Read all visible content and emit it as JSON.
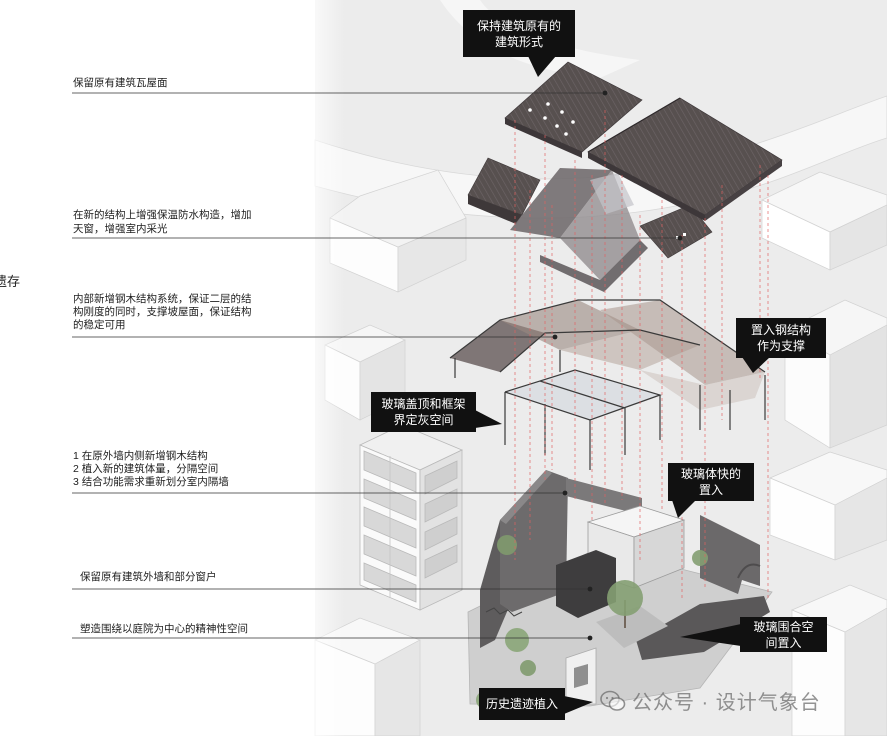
{
  "side_label": "遗存",
  "annotations": [
    {
      "id": "roof-tiles",
      "lines": [
        "保留原有建筑瓦屋面"
      ]
    },
    {
      "id": "insulation",
      "lines": [
        "在新的结构上增强保温防水构造，增加",
        "天窗，增强室内采光"
      ]
    },
    {
      "id": "steel-timber",
      "lines": [
        "内部新增钢木结构系统，保证二层的结",
        "构刚度的同时，支撑坡屋面，保证结构",
        "的稳定可用"
      ]
    },
    {
      "id": "interventions",
      "lines": [
        "1 在原外墙内侧新增钢木结构",
        "2 植入新的建筑体量，分隔空间",
        "3 结合功能需求重新划分室内隔墙"
      ]
    },
    {
      "id": "outer-walls",
      "lines": [
        "保留原有建筑外墙和部分窗户"
      ]
    },
    {
      "id": "courtyard",
      "lines": [
        "塑造围绕以庭院为中心的精神性空间"
      ]
    }
  ],
  "callouts": {
    "keep_form": [
      "保持建筑原有的",
      "建筑形式"
    ],
    "steel": [
      "置入钢结构",
      "作为支撑"
    ],
    "glass_roof": [
      "玻璃盖顶和框架",
      "界定灰空间"
    ],
    "glass_volume": [
      "玻璃体快的",
      "置入"
    ],
    "glass_enclosure": [
      "玻璃围合空",
      "间置入"
    ],
    "heritage": [
      "历史遗迹植入"
    ]
  },
  "watermark": "公众号 · 设计气象台",
  "icons": {
    "watermark": "wechat-icon"
  },
  "colors": {
    "callout_background": "#111111",
    "callout_text": "#ffffff",
    "roof_tiles": "#57504f",
    "projection_lines": "#e36161",
    "leader_lines": "#333333"
  }
}
